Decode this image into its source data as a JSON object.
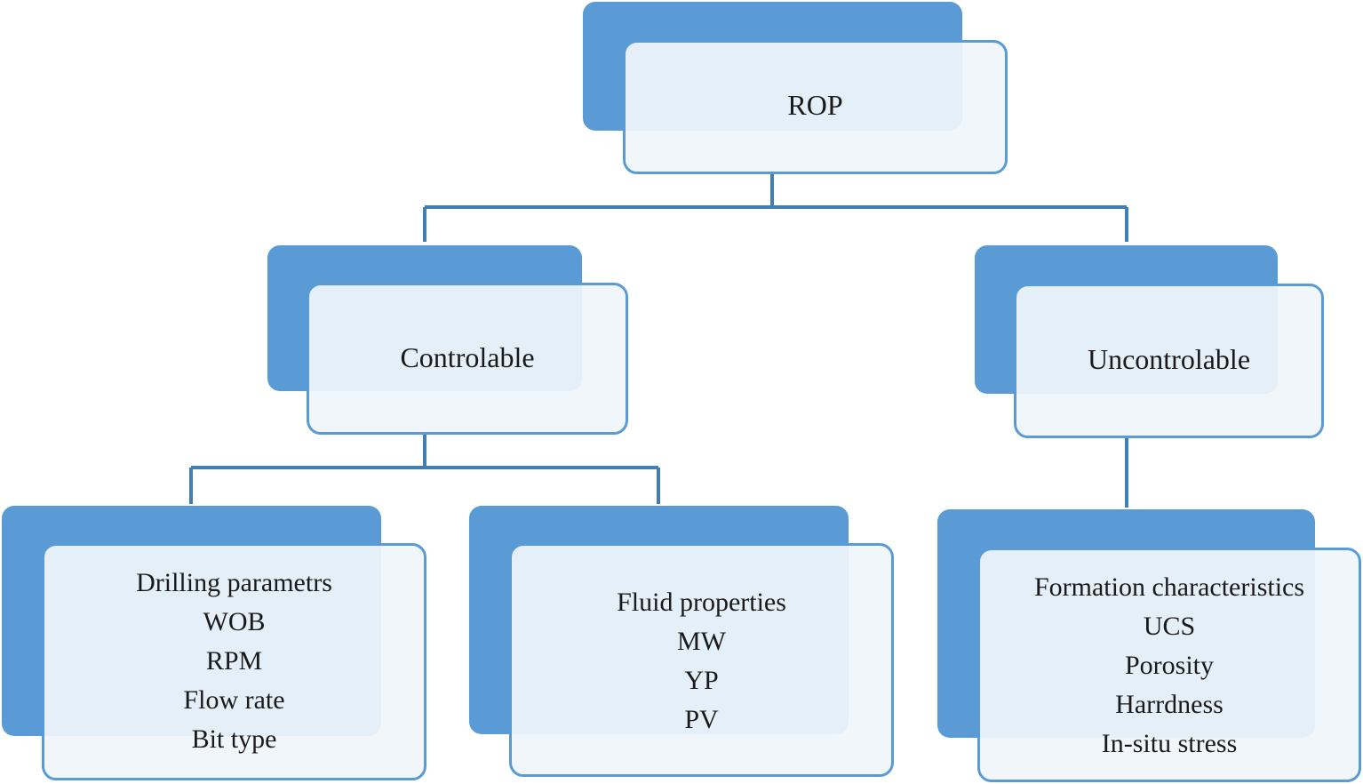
{
  "root": {
    "label": "ROP"
  },
  "level1": [
    {
      "label": "Controlable"
    },
    {
      "label": "Uncontrolable"
    }
  ],
  "leaves": [
    {
      "heading": "Drilling parametrs",
      "items": [
        "WOB",
        "RPM",
        "Flow rate",
        "Bit type"
      ]
    },
    {
      "heading": "Fluid properties",
      "items": [
        "MW",
        "YP",
        "PV"
      ]
    },
    {
      "heading": "Formation characteristics",
      "items": [
        "UCS",
        "Porosity",
        "Harrdness",
        "In-situ stress"
      ]
    }
  ],
  "colors": {
    "accent": "#5b9bd5",
    "box_fill": "#eef4fb",
    "connector": "#3f7fb5"
  }
}
